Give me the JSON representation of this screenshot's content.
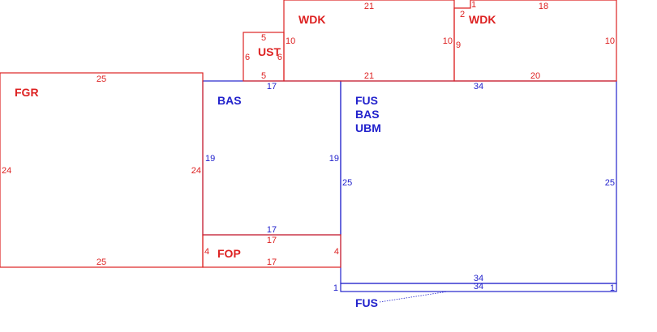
{
  "colors": {
    "red": "#dd2222",
    "blue": "#2222cc"
  },
  "rooms": {
    "fgr": {
      "label": "FGR",
      "top": "25",
      "bottom": "25",
      "left": "24",
      "right": "24"
    },
    "bas": {
      "label": "BAS",
      "top": "17",
      "bottom": "17",
      "left": "19",
      "right": "19"
    },
    "fop": {
      "label": "FOP",
      "top": "17",
      "bottom": "17",
      "left": "4",
      "right": "4"
    },
    "ust": {
      "label": "UST",
      "top": "5",
      "bottom": "5",
      "left": "6",
      "right": "6"
    },
    "wdk1": {
      "label": "WDK",
      "top": "21",
      "bottom": "21",
      "left": "10",
      "right": "10"
    },
    "wdk2": {
      "label": "WDK",
      "top": "18",
      "bottom": "20",
      "left": "9",
      "right": "10",
      "notch_top": "1",
      "notch_side": "2"
    },
    "fus_main": {
      "label_lines": [
        "FUS",
        "BAS",
        "UBM"
      ],
      "top": "34",
      "bottom": "34",
      "left": "25",
      "right": "25"
    },
    "fus_strip": {
      "label": "FUS",
      "top": "34",
      "left": "1",
      "right": "1"
    }
  }
}
